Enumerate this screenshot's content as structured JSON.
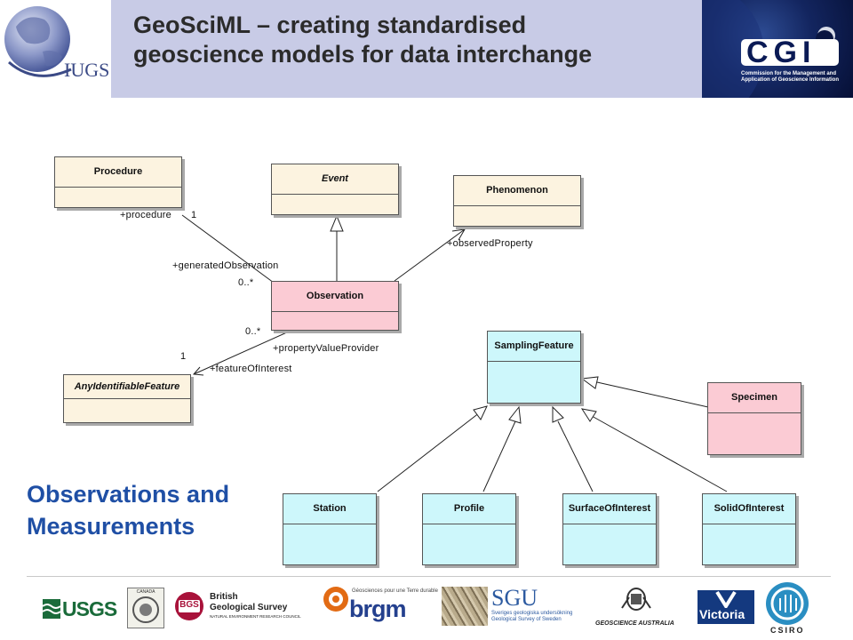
{
  "header": {
    "title_line1": "GeoSciML – creating standardised",
    "title_line2": "geoscience models for data interchange",
    "iugs_logo_text": "IUGS",
    "cgi_logo_text": "CGI",
    "cgi_subtext_line1": "Commission for the Management and",
    "cgi_subtext_line2": "Application of Geoscience Information",
    "band_color": "#c8cbe6"
  },
  "diagram": {
    "classes": {
      "procedure": "Procedure",
      "event": "Event",
      "phenomenon": "Phenomenon",
      "observation": "Observation",
      "any_identifiable_feature": "AnyIdentifiableFeature",
      "sampling_feature": "SamplingFeature",
      "specimen": "Specimen",
      "station": "Station",
      "profile": "Profile",
      "surface_of_interest": "SurfaceOfInterest",
      "solid_of_interest": "SolidOfInterest"
    },
    "labels": {
      "procedure_role": "+procedure",
      "procedure_mult": "1",
      "generated_observation": "+generatedObservation",
      "generated_mult": "0..*",
      "observed_property": "+observedProperty",
      "pvp_mult": "0..*",
      "property_value_provider": "+propertyValueProvider",
      "foi_mult": "1",
      "feature_of_interest": "+featureOfInterest"
    },
    "colors": {
      "beige": "#fcf3e0",
      "pink": "#fbcbd4",
      "cyan": "#cdf7fb"
    }
  },
  "section_title": {
    "line1": "Observations and",
    "line2": "Measurements",
    "color": "#1f4fa5"
  },
  "footer_logos": {
    "usgs": "USGS",
    "canada": "CANADA",
    "bgs_badge": "BGS",
    "bgs_line1": "British",
    "bgs_line2": "Geological Survey",
    "bgs_line3": "NATURAL ENVIRONMENT RESEARCH COUNCIL",
    "brgm_tagline": "Géosciences pour une Terre durable",
    "brgm": "brgm",
    "sgu": "SGU",
    "sgu_line1": "Sveriges geologiska undersökning",
    "sgu_line2": "Geological Survey of Sweden",
    "geoscience_australia": "GEOSCIENCE AUSTRALIA",
    "victoria": "Victoria",
    "csiro": "CSIRO"
  }
}
